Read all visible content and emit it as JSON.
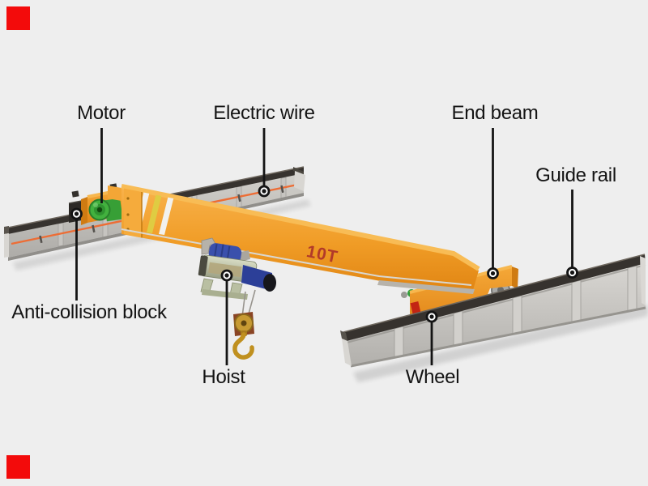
{
  "figure": {
    "subject": "Single girder overhead crane - labeled parts diagram",
    "background": "#eeeeee"
  },
  "crane": {
    "capacity_marking": "10T",
    "girder_color": "#f0a02c",
    "rail_color": "#c8c6c2",
    "electric_wire_color": "#ed6d35",
    "motor_color": "#42b13e",
    "hoist_body_color": "#c9cdb4",
    "hoist_motor_color": "#3a50ac",
    "hook_color": "#c79a33"
  },
  "labels": {
    "motor": "Motor",
    "electric_wire": "Electric wire",
    "end_beam": "End beam",
    "guide_rail": "Guide rail",
    "anti_collision_block": "Anti-collision block",
    "hoist": "Hoist",
    "wheel": "Wheel"
  },
  "markers": {
    "corner_square_color": "#f30b0b",
    "leader_line_color": "#141414"
  }
}
